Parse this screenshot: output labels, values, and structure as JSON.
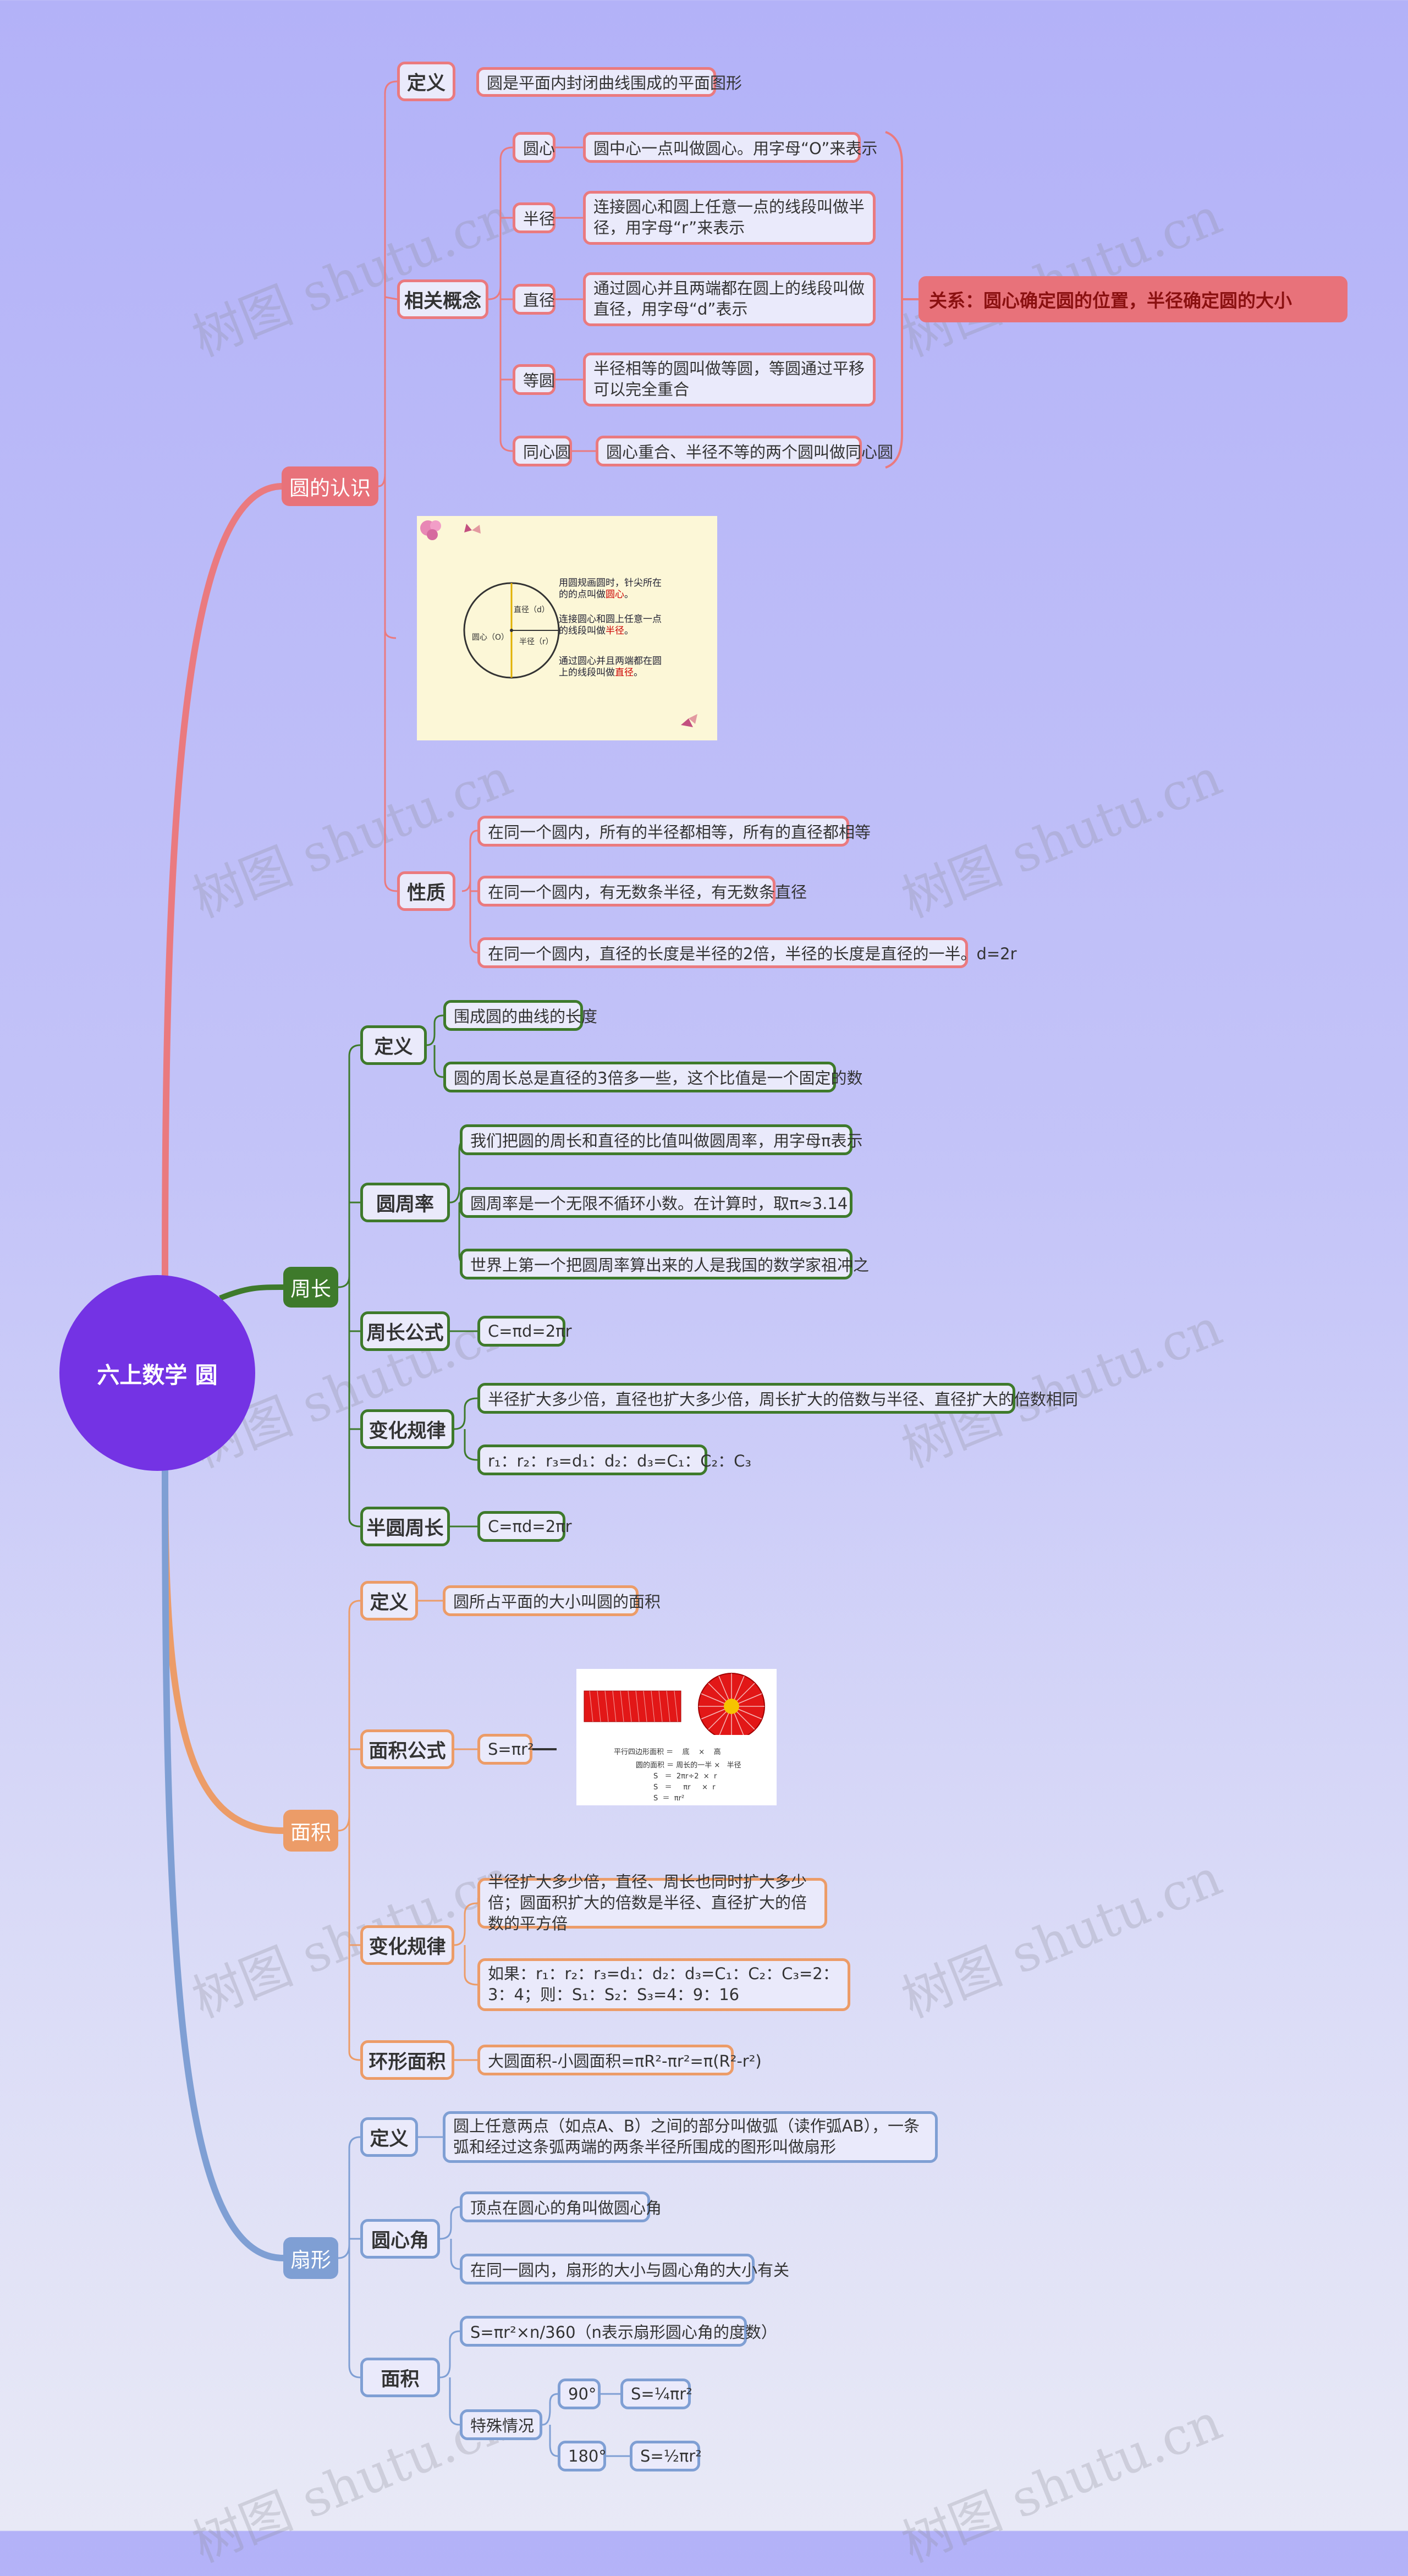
{
  "root": "六上数学  圆",
  "watermark": "树图 shutu.cn",
  "b1": {
    "label": "圆的认识",
    "def": {
      "label": "定义",
      "text": "圆是平面内封闭曲线围成的平面图形"
    },
    "concepts": {
      "label": "相关概念",
      "items": [
        {
          "label": "圆心",
          "text": "圆中心一点叫做圆心。用字母“O”来表示"
        },
        {
          "label": "半径",
          "text": "连接圆心和圆上任意一点的线段叫做半径，用字母“r”来表示"
        },
        {
          "label": "直径",
          "text": "通过圆心并且两端都在圆上的线段叫做直径，用字母“d”表示"
        },
        {
          "label": "等圆",
          "text": "半径相等的圆叫做等圆，等圆通过平移可以完全重合"
        },
        {
          "label": "同心圆",
          "text": "圆心重合、半径不等的两个圆叫做同心圆"
        }
      ],
      "relation": "关系：圆心确定圆的位置，半径确定圆的大小"
    },
    "image": {
      "diameter": "直径（d）",
      "center": "圆心（O）",
      "radius": "半径（r）",
      "t1": "用圆规画圆时，针尖所在的的点叫做",
      "t1k": "圆心",
      "t2": "连接圆心和圆上任意一点的线段叫做",
      "t2k": "半径",
      "t3": "通过圆心并且两端都在圆上的线段叫做",
      "t3k": "直径"
    },
    "props": {
      "label": "性质",
      "items": [
        "在同一个圆内，所有的半径都相等，所有的直径都相等",
        "在同一个圆内，有无数条半径，有无数条直径",
        "在同一个圆内，直径的长度是半径的2倍，半径的长度是直径的一半。d=2r"
      ]
    }
  },
  "b2": {
    "label": "周长",
    "def": {
      "label": "定义",
      "items": [
        "围成圆的曲线的长度",
        "圆的周长总是直径的3倍多一些，这个比值是一个固定的数"
      ]
    },
    "pi": {
      "label": "圆周率",
      "items": [
        "我们把圆的周长和直径的比值叫做圆周率，用字母π表示",
        "圆周率是一个无限不循环小数。在计算时，取π≈3.14",
        "世界上第一个把圆周率算出来的人是我国的数学家祖冲之"
      ]
    },
    "formula": {
      "label": "周长公式",
      "text": "C=πd=2πr"
    },
    "change": {
      "label": "变化规律",
      "items": [
        "半径扩大多少倍，直径也扩大多少倍，周长扩大的倍数与半径、直径扩大的倍数相同",
        "r₁：r₂：r₃=d₁：d₂：d₃=C₁：C₂：C₃"
      ]
    },
    "half": {
      "label": "半圆周长",
      "text": "C=πd=2πr"
    }
  },
  "b3": {
    "label": "面积",
    "def": {
      "label": "定义",
      "text": "圆所占平面的大小叫圆的面积"
    },
    "formula": {
      "label": "面积公式",
      "text": "S=πr²",
      "img": {
        "l1": "平行四边形面积 ＝    底    ×    高",
        "l2": "圆的面积 ＝ 周长的一半 ×   半径",
        "l3": "S   ＝  2πr÷2  ×  r",
        "l4": "S   ＝     πr     ×  r",
        "l5": "S  ＝  πr²"
      }
    },
    "change": {
      "label": "变化规律",
      "items": [
        "半径扩大多少倍，直径、周长也同时扩大多少倍；圆面积扩大的倍数是半径、直径扩大的倍数的平方倍",
        "如果：r₁：r₂：r₃=d₁：d₂：d₃=C₁：C₂：C₃=2：3：4；则：S₁：S₂：S₃=4：9：16"
      ]
    },
    "ring": {
      "label": "环形面积",
      "text": "大圆面积-小圆面积=πR²-πr²=π(R²-r²)"
    }
  },
  "b4": {
    "label": "扇形",
    "def": {
      "label": "定义",
      "text": "圆上任意两点（如点A、B）之间的部分叫做弧（读作弧AB），一条弧和经过这条弧两端的两条半径所围成的图形叫做扇形"
    },
    "angle": {
      "label": "圆心角",
      "items": [
        "顶点在圆心的角叫做圆心角",
        "在同一圆内，扇形的大小与圆心角的大小有关"
      ]
    },
    "area": {
      "label": "面积",
      "formula": "S=πr²×n/360（n表示扇形圆心角的度数）",
      "special": "特殊情况",
      "cases": [
        {
          "deg": "90°",
          "val": "S=¼πr²"
        },
        {
          "deg": "180°",
          "val": "S=½πr²"
        }
      ]
    }
  },
  "colors": {
    "b1": "#ea7a7f",
    "b2": "#3e7a2b",
    "b3": "#ec9c68",
    "b4": "#7f9fd4",
    "root": "#7433e4"
  }
}
